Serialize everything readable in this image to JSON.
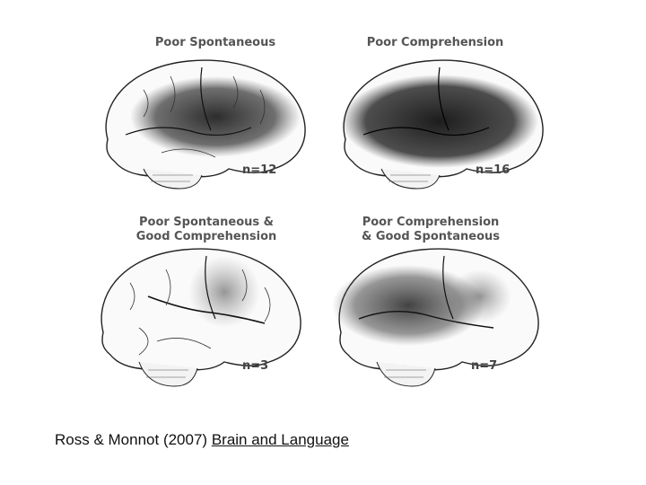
{
  "panels": [
    {
      "title_line1": "Poor Spontaneous",
      "title_line2": "",
      "count": "n=12",
      "lesion": "frontal-temporal-heavy"
    },
    {
      "title_line1": "Poor Comprehension",
      "title_line2": "",
      "count": "n=16",
      "lesion": "broad-heavy"
    },
    {
      "title_line1": "Poor Spontaneous &",
      "title_line2": "Good Comprehension",
      "count": "n=3",
      "lesion": "frontal-light"
    },
    {
      "title_line1": "Poor Comprehension",
      "title_line2": "& Good Spontaneous",
      "count": "n=7",
      "lesion": "temporal-medium"
    }
  ],
  "citation": {
    "authors": "Ross & Monnot (2007) ",
    "journal": "Brain and Language"
  },
  "colors": {
    "lesion": "#2a2a2a",
    "outline": "#222222",
    "label": "#555555"
  }
}
